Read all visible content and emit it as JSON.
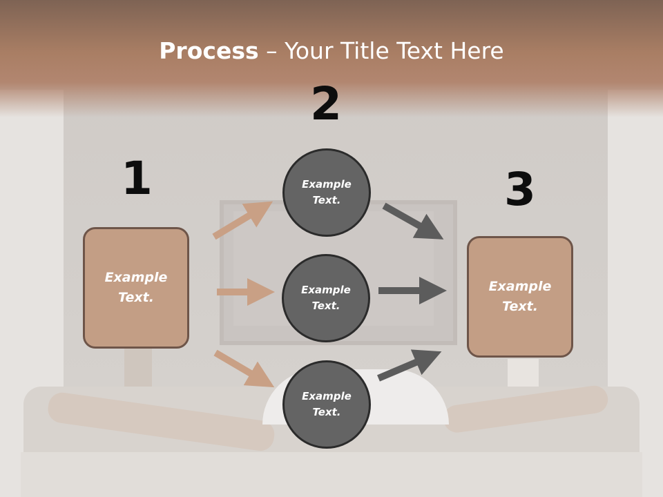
{
  "slide": {
    "title_bold": "Process",
    "title_rest": " – Your Title Text Here",
    "step_numbers": [
      "1",
      "2",
      "3"
    ],
    "left_box": "Example Text.",
    "right_box": "Example Text.",
    "circles": [
      "Example Text.",
      "Example Text.",
      "Example Text."
    ]
  },
  "colors": {
    "box_fill": "#c39e85",
    "circle_fill": "#646464",
    "arrow_tan": "#c9a085",
    "arrow_gray": "#5c5c5c",
    "header_brown": "#a97e64"
  }
}
